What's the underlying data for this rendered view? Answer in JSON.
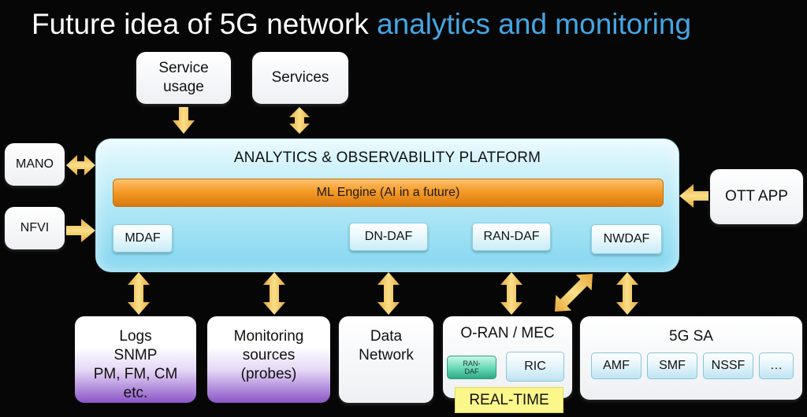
{
  "title": {
    "main": "Future idea of 5G network",
    "accent": "analytics and monitoring"
  },
  "top_boxes": {
    "service_usage": "Service usage",
    "services": "Services"
  },
  "left_boxes": {
    "mano": "MANO",
    "nfvi": "NFVI"
  },
  "right_box": {
    "ott_app": "OTT APP"
  },
  "platform": {
    "title": "ANALYTICS & OBSERVABILITY PLATFORM",
    "ml_engine": "ML Engine (AI in a future)",
    "dafs": {
      "mdaf": "MDAF",
      "dn_daf": "DN-DAF",
      "ran_daf": "RAN-DAF",
      "nwdaf": "NWDAF"
    }
  },
  "bottom_boxes": {
    "logs": [
      "Logs",
      "SNMP",
      "PM, FM, CM",
      "etc."
    ],
    "monitoring": [
      "Monitoring",
      "sources",
      "(probes)"
    ],
    "data_network": [
      "Data",
      "Network"
    ],
    "oran": {
      "title": "O-RAN / MEC",
      "ran_daf": [
        "RAN-",
        "DAF"
      ],
      "ric": "RIC",
      "realtime": "REAL-TIME"
    },
    "sa": {
      "title": "5G SA",
      "items": [
        "AMF",
        "SMF",
        "NSSF",
        "…"
      ]
    }
  },
  "colors": {
    "background": "#060606",
    "title_accent": "#45a6e4",
    "arrow_fill": "#f7c65a",
    "ml_engine": "#f59a27",
    "platform": "#b7eaf8"
  }
}
